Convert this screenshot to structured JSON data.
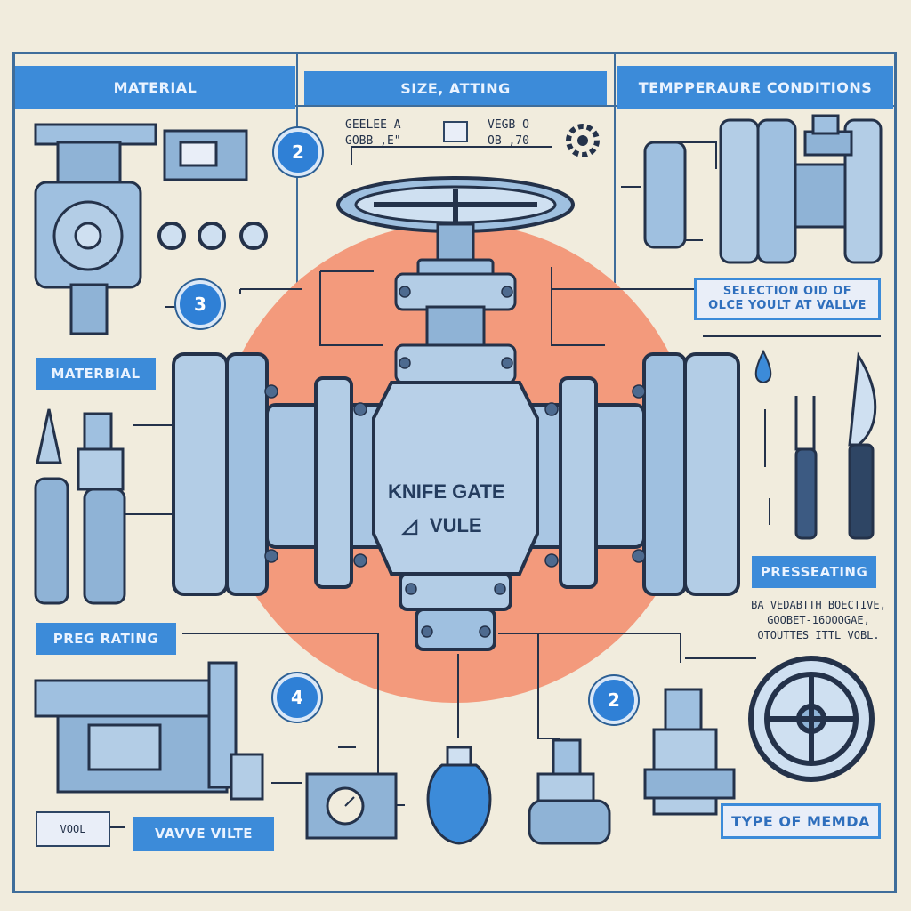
{
  "headers": {
    "material": "MATERIAL",
    "size_rating": "SIZE, ATTING",
    "temperature": "TEMPPERAURE CONDITIONS"
  },
  "side_labels": {
    "material_left": "MATERBIAL",
    "pres_rating_left": "PREG RATING",
    "valve_vilte": "VAVVE VILTE",
    "selection_line1": "SELECTION OID OF",
    "selection_line2": "OLCE YOULT AT VALLVE",
    "pressure_rating_right": "PRESSEATING",
    "type_of_media": "TYPE OF MEMDA"
  },
  "badges": [
    "2",
    "3",
    "4",
    "2"
  ],
  "notes": {
    "size_left_line1": "GEELEE A",
    "size_left_line2": "GOBB ,E\"",
    "size_right_line1": "VEGB O",
    "size_right_line2": "OB ,70",
    "right_paragraph": [
      "BA VEDABTTH BOECTIVE,",
      "GOOBET-16OOOGAE,",
      "OTOUTTES ITTL VOBL."
    ],
    "vool_box": "VOOL"
  },
  "valve": {
    "title_line1": "KNIFE GATE",
    "title_line2": "VULE"
  },
  "colors": {
    "accent_blue": "#3c8bd9",
    "frame": "#3f6d9a",
    "background": "#f1ecdd",
    "salmon_circle": "#f39a7c",
    "steel": "#8fb3d6"
  },
  "icons": [
    "gear-icon",
    "water-drop-icon",
    "fork-icon",
    "knife-icon",
    "handwheel-icon",
    "gauge-icon",
    "bulb-icon"
  ]
}
